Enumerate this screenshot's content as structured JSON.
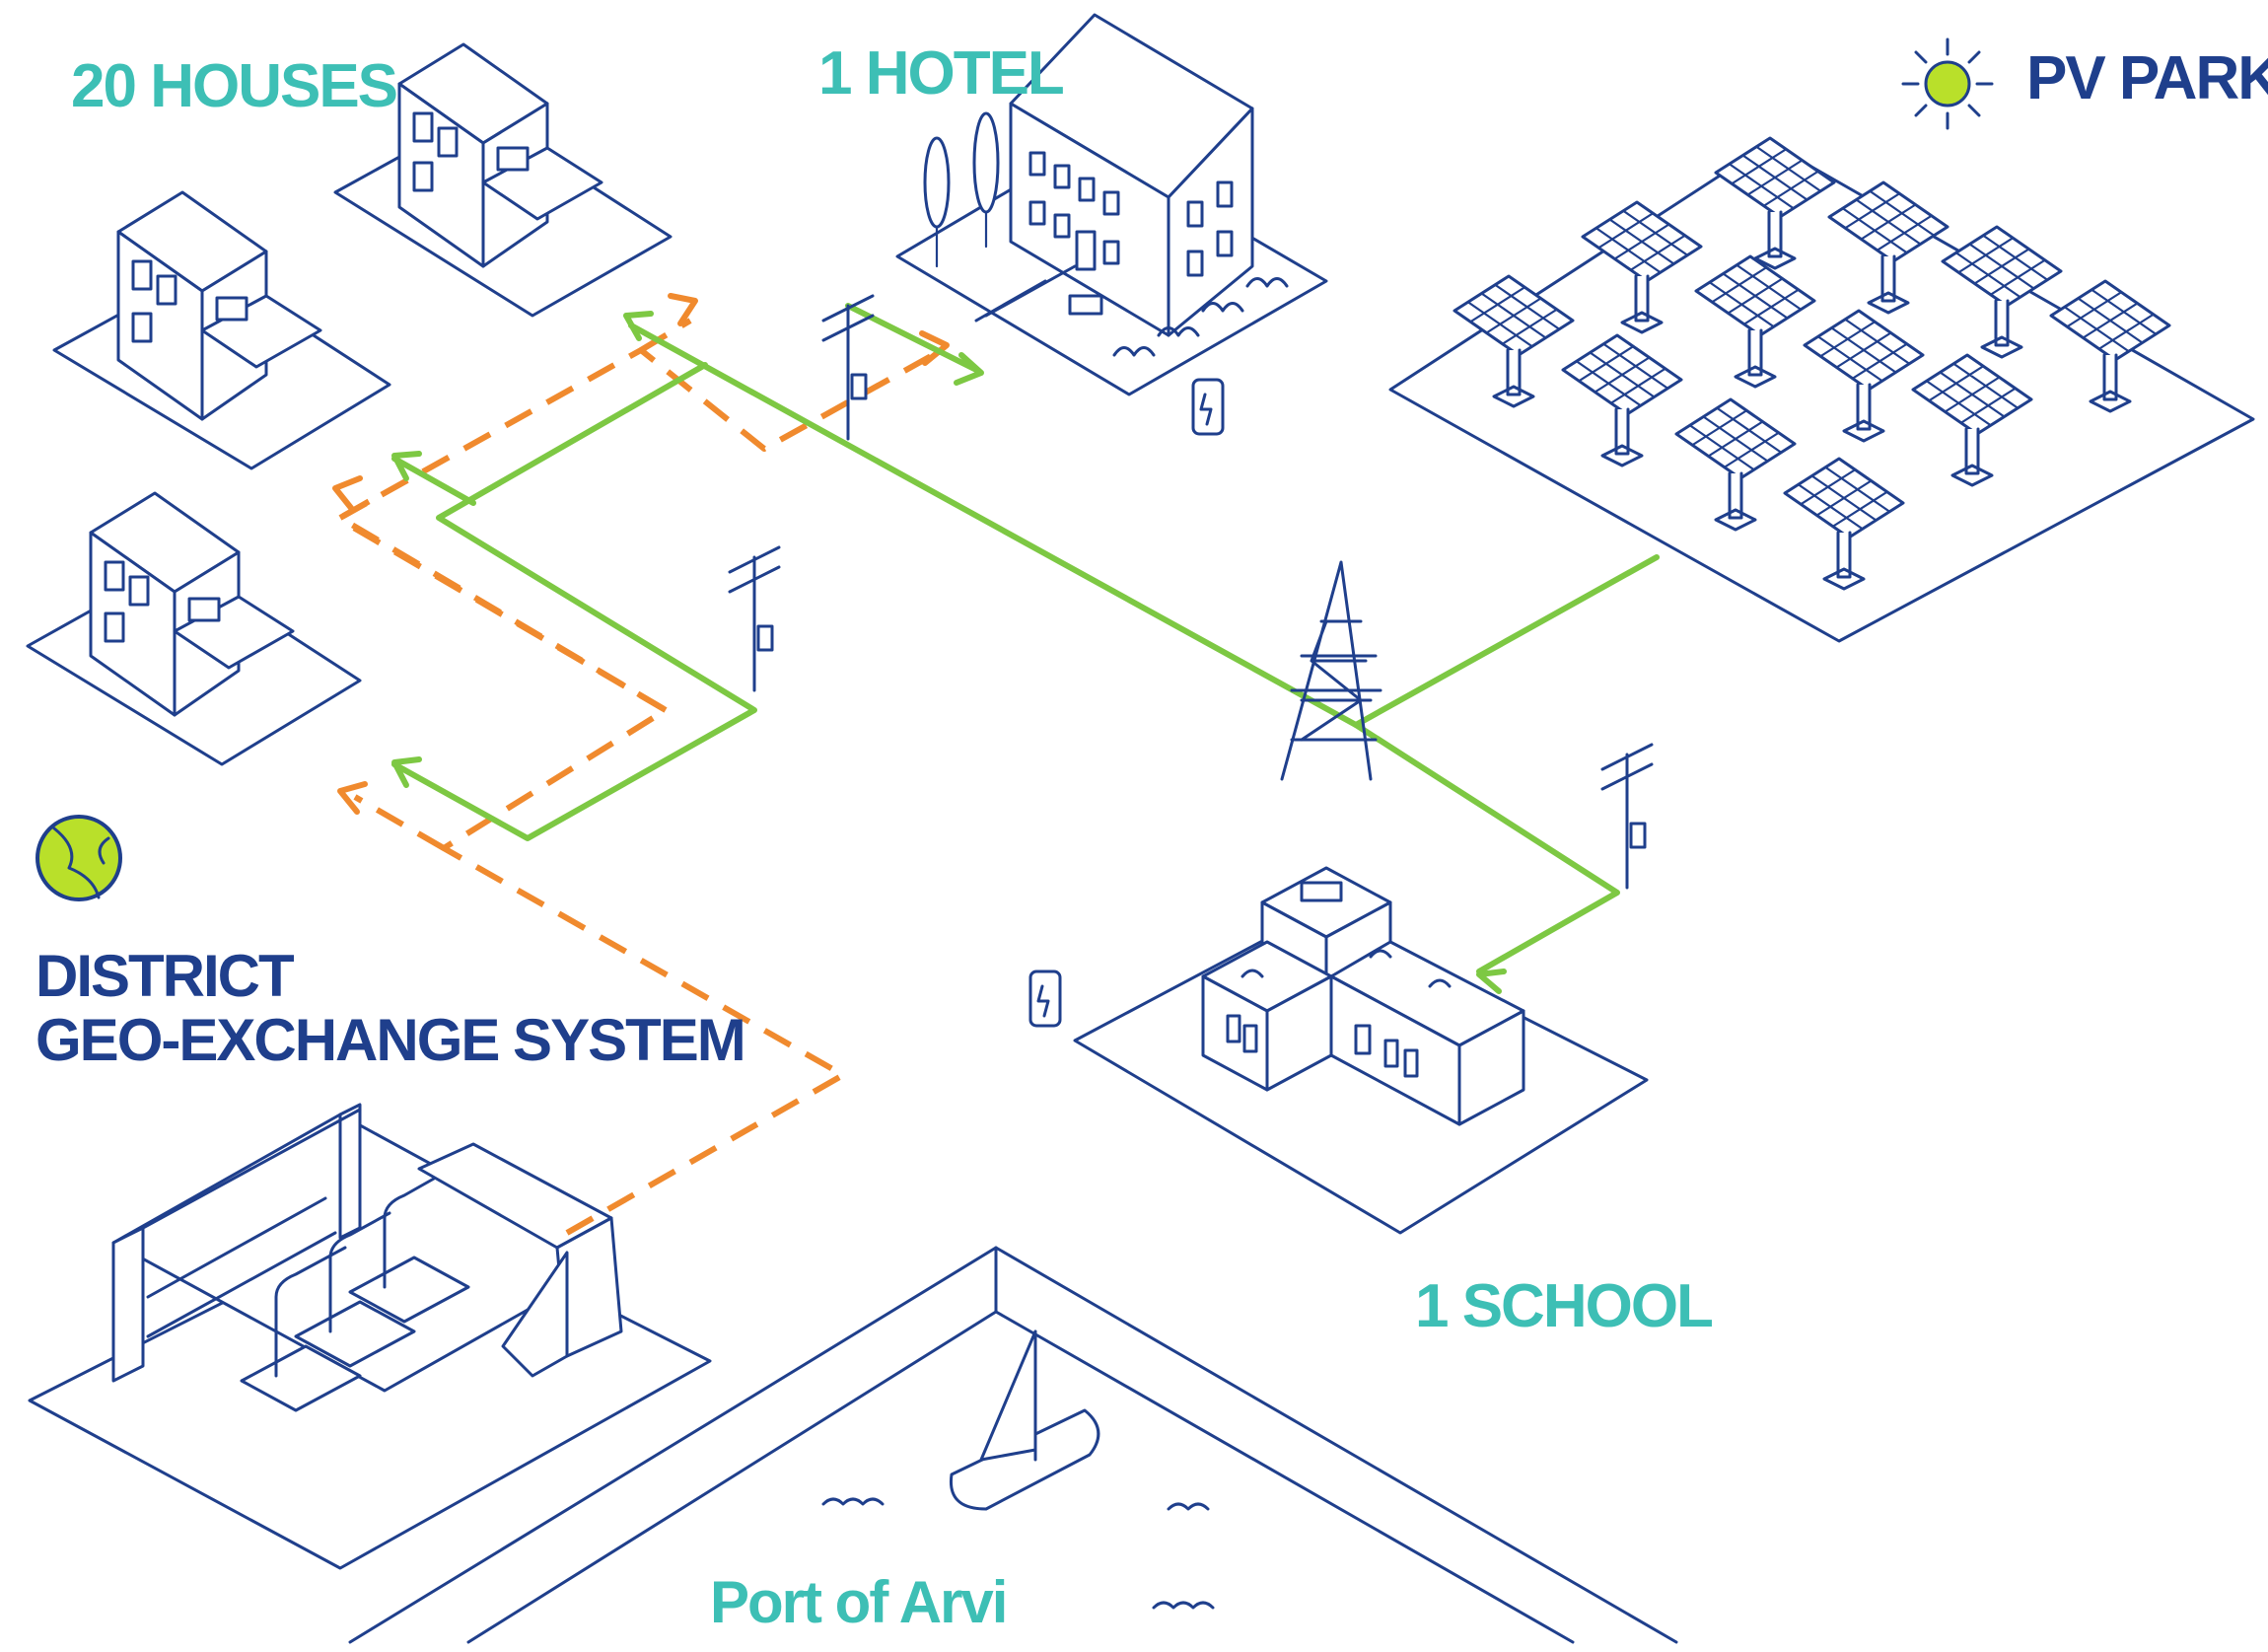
{
  "labels": {
    "houses": "20 HOUSES",
    "hotel": "1 HOTEL",
    "pv_park": "PV PARK",
    "geo_line1": "DISTRICT",
    "geo_line2": "GEO-EXCHANGE SYSTEM",
    "school": "1 SCHOOL",
    "port": "Port of Arvi"
  },
  "colors": {
    "outline": "#1f3f8c",
    "electricity_line": "#7dc843",
    "heat_line": "#f08a2e",
    "label_teal": "#3dbfb5",
    "label_navy": "#1f3f8c",
    "icon_fill": "#b9e02a"
  },
  "icons": [
    "sun-icon",
    "globe-icon",
    "pylon-icon",
    "utility-pole-icon",
    "ev-charger-icon",
    "sailboat-icon",
    "wave-icon"
  ]
}
